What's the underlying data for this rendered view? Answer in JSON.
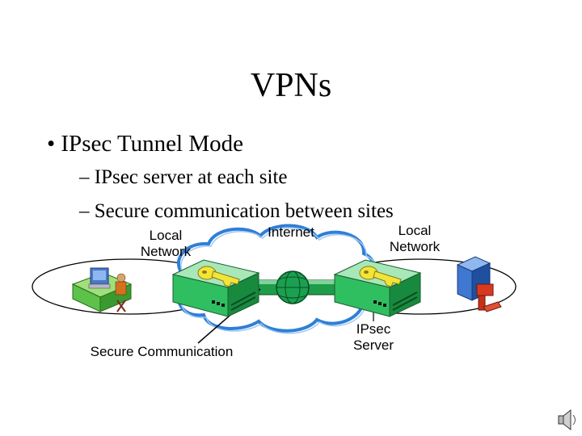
{
  "slide": {
    "title": "VPNs",
    "bullet": "• IPsec Tunnel Mode",
    "subbullets": [
      "– IPsec server at each site",
      "– Secure communication between sites"
    ]
  },
  "diagram": {
    "labels": {
      "local_network_left": [
        "Local",
        "Network"
      ],
      "internet": "Internet",
      "local_network_right": [
        "Local",
        "Network"
      ],
      "secure_communication": "Secure Communication",
      "ipsec_server": [
        "IPsec",
        "Server"
      ]
    },
    "icons": [
      "workstation-icon",
      "ipsec-server-icon",
      "key-icon",
      "cloud-icon",
      "tunnel-icon",
      "server-tower-icon",
      "speaker-icon"
    ]
  }
}
